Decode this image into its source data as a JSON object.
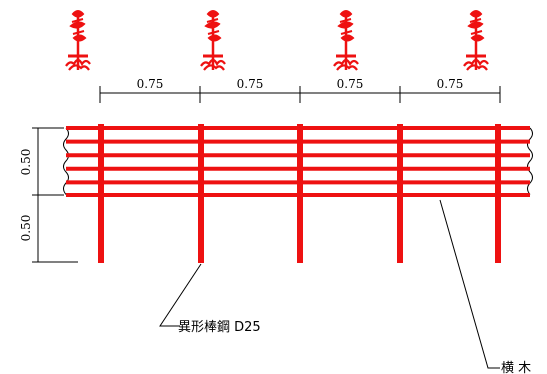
{
  "colors": {
    "member": "#ee1111",
    "line": "#000000",
    "background": "#ffffff"
  },
  "tree_icon_count": 4,
  "top_dimensions": [
    "0.75",
    "0.75",
    "0.75",
    "0.75"
  ],
  "side_dimensions": [
    "0.50",
    "0.50"
  ],
  "labels": {
    "post": "異形棒鋼 D25",
    "rail": "横 木"
  }
}
